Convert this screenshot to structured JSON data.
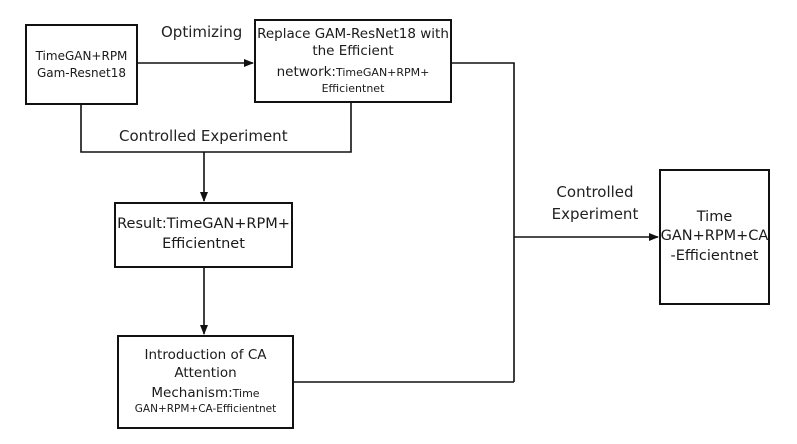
{
  "nodes": {
    "baseline": {
      "line1": "TimeGAN+RPM",
      "line2": "Gam-Resnet18"
    },
    "replace": {
      "line1": "Replace GAM-ResNet18 with",
      "line2": "the Efficient",
      "line3_main": "network:",
      "line3_small": "TimeGAN+RPM+",
      "line4_small": "Efficientnet"
    },
    "result": {
      "line1": "Result:TimeGAN+RPM+",
      "line2": "Efficientnet"
    },
    "ca": {
      "line1": "Introduction of CA",
      "line2": "Attention",
      "line3_main": "Mechanism:",
      "line3_small": "Time",
      "line4_small": "GAN+RPM+CA-Efficientnet"
    },
    "final": {
      "line1": "Time",
      "line2": "GAN+RPM+CA",
      "line3": "-Efficientnet"
    }
  },
  "edge_labels": {
    "optimizing": "Optimizing",
    "controlled_top": "Controlled Experiment",
    "controlled_right_1": "Controlled",
    "controlled_right_2": "Experiment"
  },
  "colors": {
    "line": "#111111",
    "text": "#222222",
    "background": "#ffffff"
  }
}
